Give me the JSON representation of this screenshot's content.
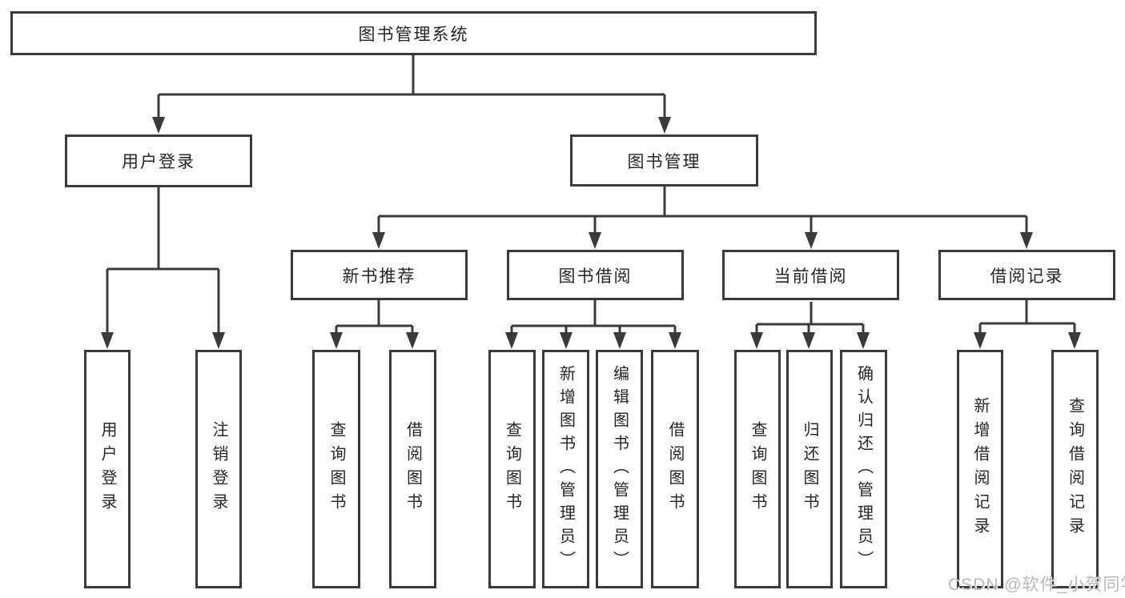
{
  "colors": {
    "line": "#3a3a3a",
    "box_border": "#3a3a3a",
    "box_background": "#ffffff",
    "text": "#262626",
    "watermark": "#b9b9b9"
  },
  "watermark": {
    "text": "CSDN @软件_小贺同学"
  },
  "diagram": {
    "type": "hierarchy-tree",
    "root": {
      "label": "图书管理系统"
    },
    "branches": [
      {
        "label": "用户登录",
        "children": [
          {
            "label": "用户登录"
          },
          {
            "label": "注销登录"
          }
        ]
      },
      {
        "label": "图书管理",
        "children": [
          {
            "label": "新书推荐",
            "children": [
              {
                "label": "查询图书"
              },
              {
                "label": "借阅图书"
              }
            ]
          },
          {
            "label": "图书借阅",
            "children": [
              {
                "label": "查询图书"
              },
              {
                "label": "新增图书（管理员）"
              },
              {
                "label": "编辑图书（管理员）"
              },
              {
                "label": "借阅图书"
              }
            ]
          },
          {
            "label": "当前借阅",
            "children": [
              {
                "label": "查询图书"
              },
              {
                "label": "归还图书"
              },
              {
                "label": "确认归还（管理员）"
              }
            ]
          },
          {
            "label": "借阅记录",
            "children": [
              {
                "label": "新增借阅记录"
              },
              {
                "label": "查询借阅记录"
              }
            ]
          }
        ]
      }
    ]
  }
}
